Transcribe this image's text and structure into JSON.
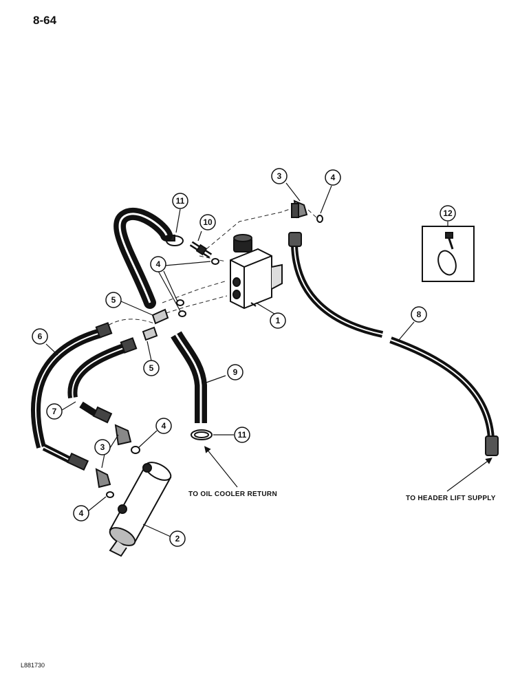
{
  "page": {
    "number": "8-64",
    "figure_code": "L881730"
  },
  "notes": {
    "oil_cooler": "TO OIL COOLER RETURN",
    "header_lift": "TO HEADER LIFT SUPPLY"
  },
  "callouts": [
    {
      "id": "c1",
      "label": "1"
    },
    {
      "id": "c2",
      "label": "2"
    },
    {
      "id": "c3a",
      "label": "3"
    },
    {
      "id": "c3b",
      "label": "3"
    },
    {
      "id": "c4a",
      "label": "4"
    },
    {
      "id": "c4b",
      "label": "4"
    },
    {
      "id": "c4c",
      "label": "4"
    },
    {
      "id": "c4d",
      "label": "4"
    },
    {
      "id": "c5a",
      "label": "5"
    },
    {
      "id": "c5b",
      "label": "5"
    },
    {
      "id": "c6",
      "label": "6"
    },
    {
      "id": "c7",
      "label": "7"
    },
    {
      "id": "c8",
      "label": "8"
    },
    {
      "id": "c9",
      "label": "9"
    },
    {
      "id": "c10",
      "label": "10"
    },
    {
      "id": "c11a",
      "label": "11"
    },
    {
      "id": "c11b",
      "label": "11"
    },
    {
      "id": "c12",
      "label": "12"
    }
  ]
}
